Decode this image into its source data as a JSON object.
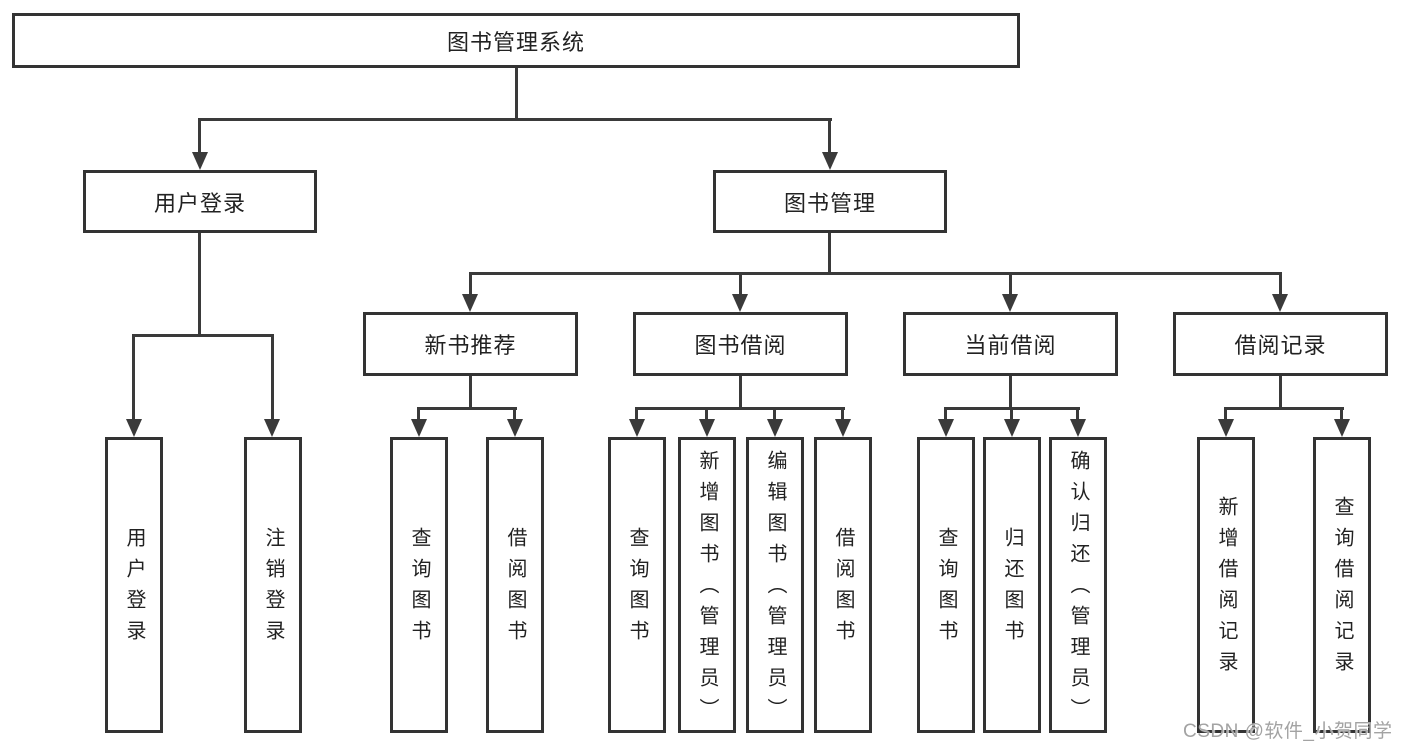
{
  "diagram": {
    "root": {
      "label": "图书管理系统"
    },
    "branches": [
      {
        "label": "用户登录",
        "children": [
          {
            "label": "用户登录"
          },
          {
            "label": "注销登录"
          }
        ]
      },
      {
        "label": "图书管理",
        "groups": [
          {
            "label": "新书推荐",
            "children": [
              {
                "label": "查询图书"
              },
              {
                "label": "借阅图书"
              }
            ]
          },
          {
            "label": "图书借阅",
            "children": [
              {
                "label": "查询图书"
              },
              {
                "label": "新增图书（管理员）"
              },
              {
                "label": "编辑图书（管理员）"
              },
              {
                "label": "借阅图书"
              }
            ]
          },
          {
            "label": "当前借阅",
            "children": [
              {
                "label": "查询图书"
              },
              {
                "label": "归还图书"
              },
              {
                "label": "确认归还（管理员）"
              }
            ]
          },
          {
            "label": "借阅记录",
            "children": [
              {
                "label": "新增借阅记录"
              },
              {
                "label": "查询借阅记录"
              }
            ]
          }
        ]
      }
    ]
  },
  "watermark": {
    "text": "CSDN @软件_小贺同学"
  },
  "colors": {
    "line": "#3a3a3a",
    "box_border": "#333333",
    "box_background": "#ffffff",
    "text": "#222222",
    "watermark": "#a3a3a3",
    "page_background": "#ffffff"
  }
}
